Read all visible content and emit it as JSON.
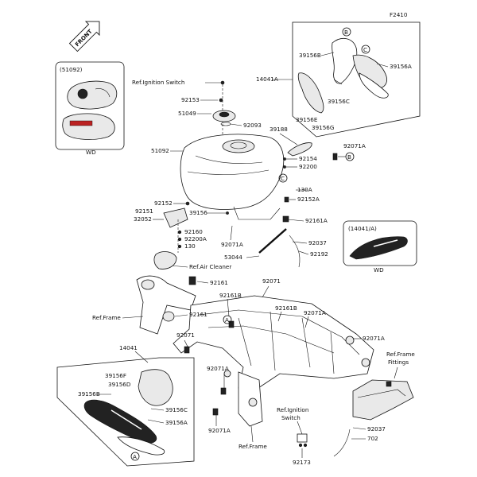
{
  "figure_id": "F2410",
  "front_label": "FRONT",
  "inset_tank": {
    "ref": "(51092)",
    "caption": "WD"
  },
  "inset_cover": {
    "ref": "(14041/A)",
    "caption": "WD"
  },
  "callouts": {
    "a": "A",
    "b": "B",
    "c": "C"
  },
  "labels": {
    "l14041A": "14041A",
    "l39156B": "39156B",
    "l39156A_top": "39156A",
    "l39156C_top": "39156C",
    "l39156E": "39156E",
    "l39156G": "39156G",
    "refIgnitionTop": "Ref.Ignition Switch",
    "l92153": "92153",
    "l51049": "51049",
    "l92093": "92093",
    "l39188": "39188",
    "l51092": "51092",
    "l92071A_1": "92071A",
    "l92154": "92154",
    "l92200": "92200",
    "l130A": "130A",
    "l92152A": "92152A",
    "l92152": "92152",
    "l92151": "92151",
    "l32052": "32052",
    "l39156": "39156",
    "l92161A": "92161A",
    "l92160": "92160",
    "l92200A": "92200A",
    "l130": "130",
    "l92071A_2": "92071A",
    "l92037_top": "92037",
    "l53044": "53044",
    "l92192": "92192",
    "refAirCleaner": "Ref.Air Cleaner",
    "l92161_1": "92161",
    "l92071_1": "92071",
    "l92161B_1": "92161B",
    "l92161B_2": "92161B",
    "l92071A_3": "92071A",
    "refFrame1": "Ref.Frame",
    "l92161_2": "92161",
    "l92071_2": "92071",
    "l92071A_4": "92071A",
    "refFrameFittings1": "Ref.Frame",
    "refFrameFittings2": "Fittings",
    "l14041": "14041",
    "l92071A_5": "92071A",
    "l39156F": "39156F",
    "l39156D": "39156D",
    "l39156Bb": "39156B",
    "l39156Cb": "39156C",
    "l39156Ab": "39156A",
    "l92071A_6": "92071A",
    "refIgnitionBottom1": "Ref.Ignition",
    "refIgnitionBottom2": "Switch",
    "l92037_bottom": "92037",
    "l702": "702",
    "refFrame2": "Ref.Frame",
    "l92173": "92173"
  }
}
